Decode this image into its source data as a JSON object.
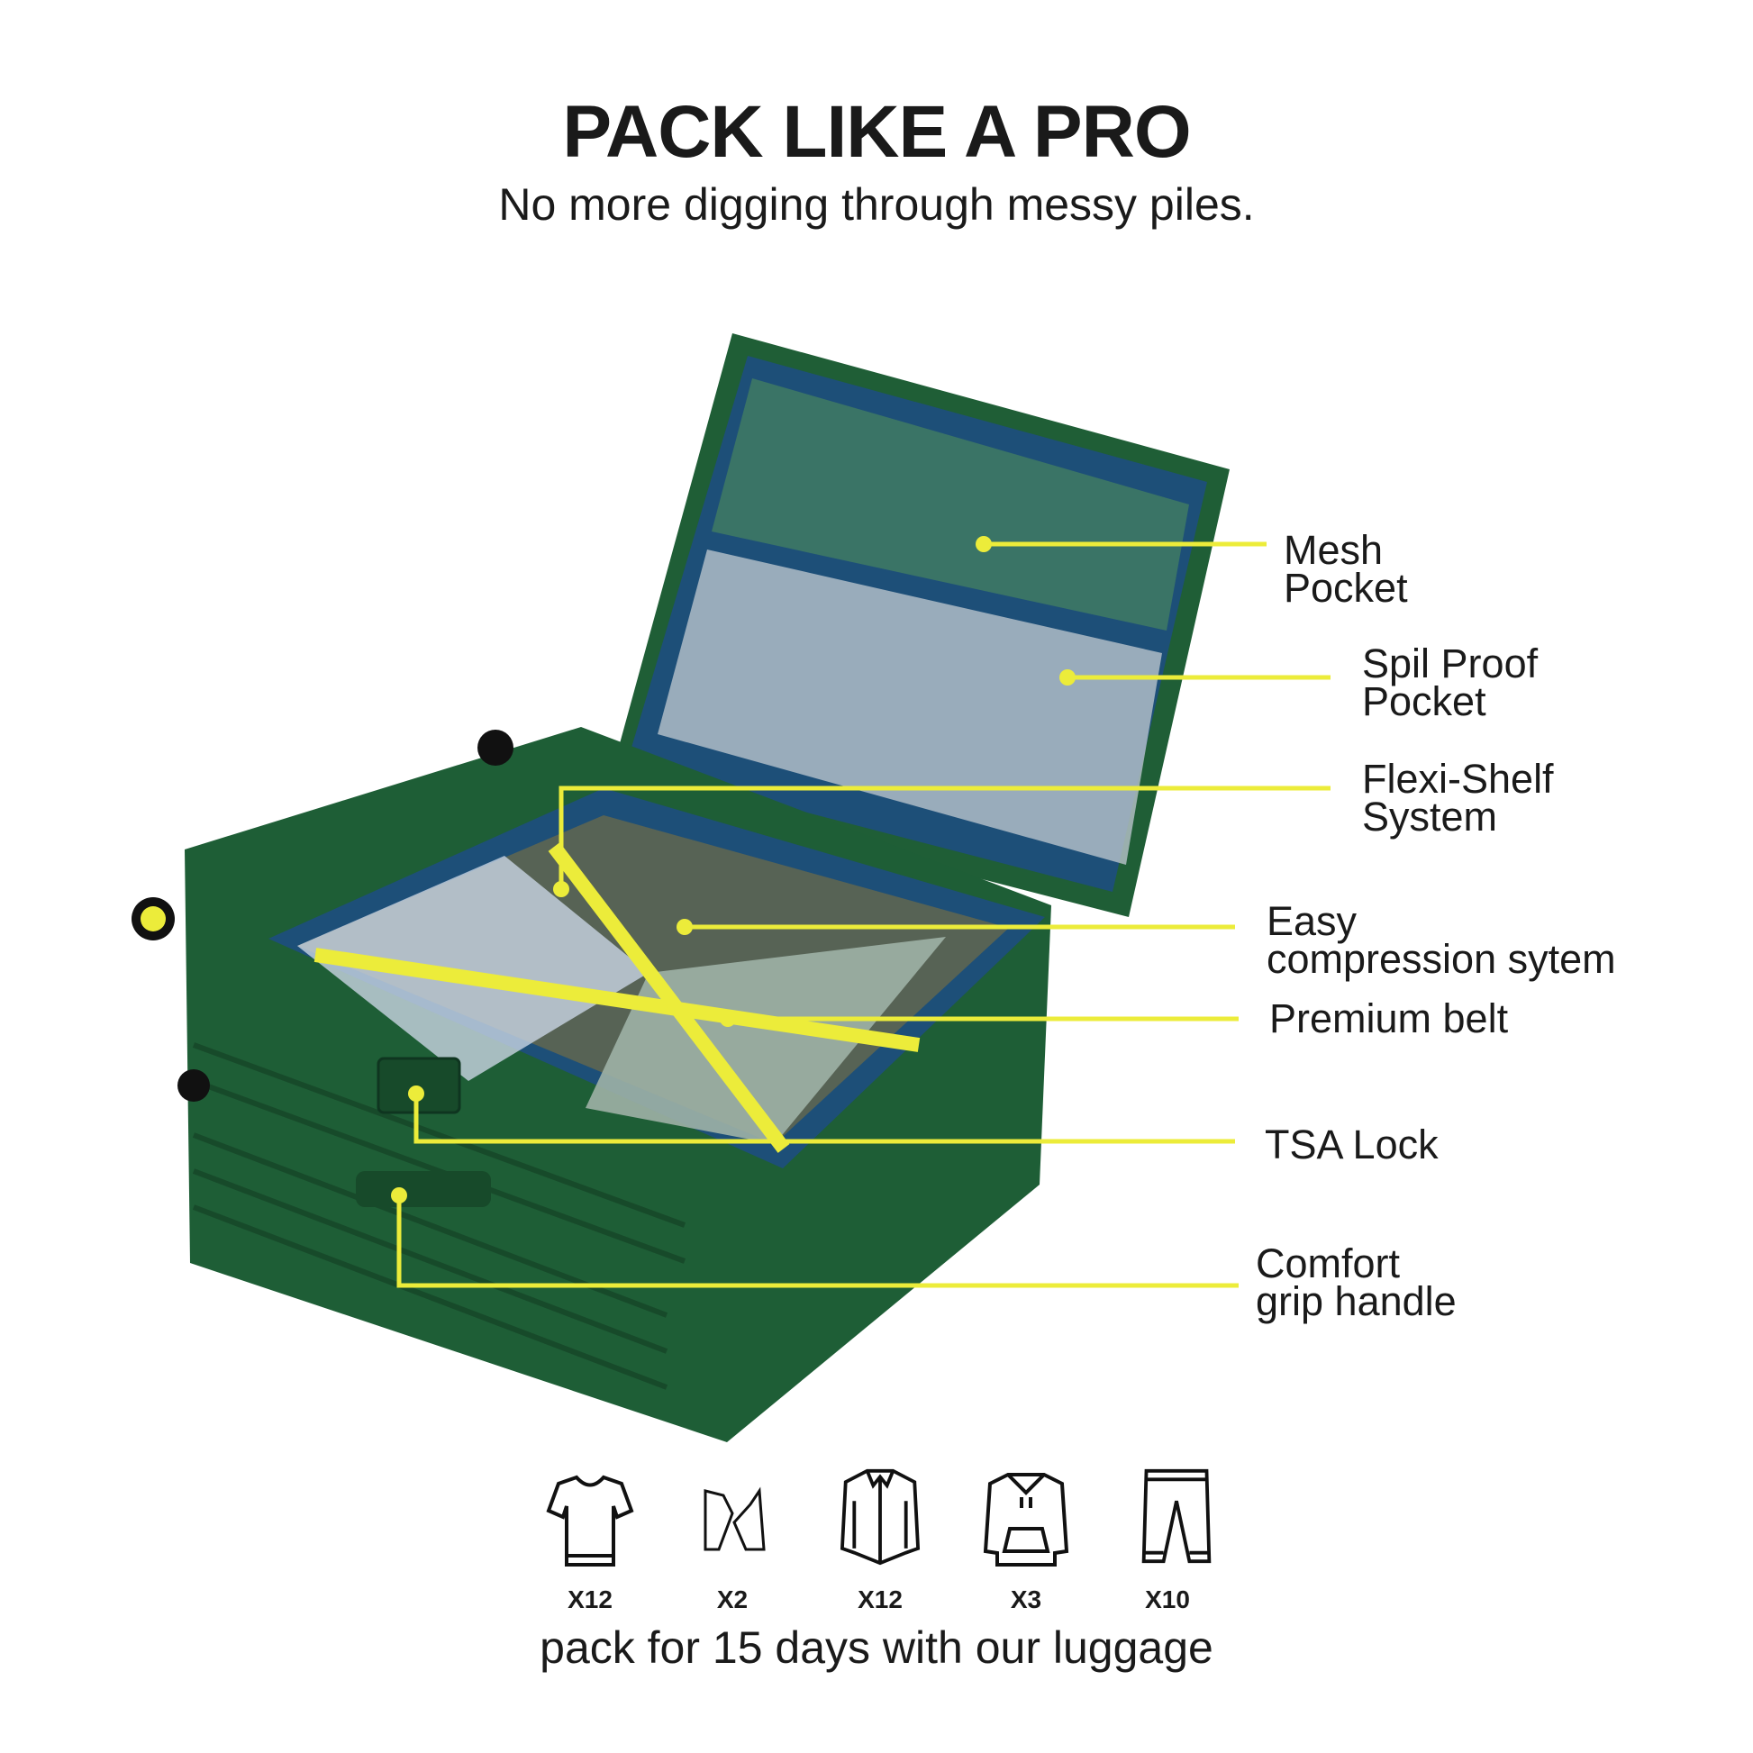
{
  "header": {
    "title": "PACK LIKE A PRO",
    "subtitle": "No more digging through messy piles."
  },
  "features": [
    {
      "line1": "Mesh",
      "line2": "Pocket"
    },
    {
      "line1": "Spil Proof",
      "line2": "Pocket"
    },
    {
      "line1": "Flexi-Shelf",
      "line2": "System"
    },
    {
      "line1": "Easy",
      "line2": "compression sytem"
    },
    {
      "line1": "Premium belt"
    },
    {
      "line1": "TSA Lock"
    },
    {
      "line1": "Comfort",
      "line2": "grip handle"
    }
  ],
  "capacity": [
    {
      "icon": "tshirt-icon",
      "count": "X12"
    },
    {
      "icon": "sneakers-icon",
      "count": "X2"
    },
    {
      "icon": "shirt-icon",
      "count": "X12"
    },
    {
      "icon": "hoodie-icon",
      "count": "X3"
    },
    {
      "icon": "pants-icon",
      "count": "X10"
    }
  ],
  "footer": "pack for 15 days with our luggage",
  "colors": {
    "accent": "#ecec3a",
    "suitcase": "#1e5e36",
    "lining": "#1d4f78",
    "text": "#1a1a1a"
  }
}
